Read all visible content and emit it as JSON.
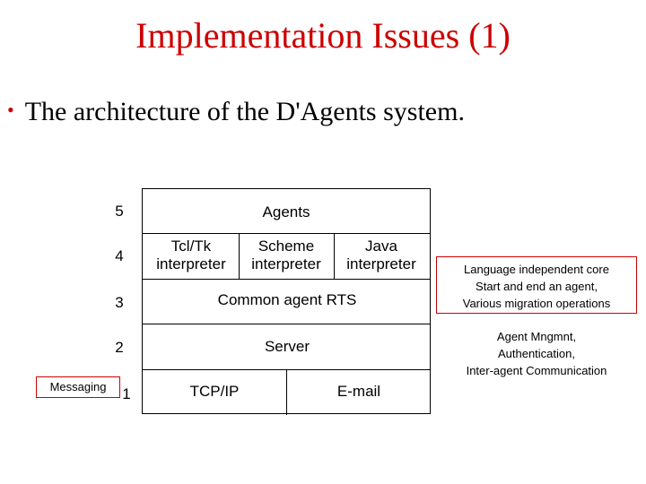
{
  "slide": {
    "title": "Implementation Issues (1)",
    "bullet": "The architecture of the D'Agents system."
  },
  "diagram": {
    "layers": [
      {
        "number": "5",
        "cells": [
          "Agents"
        ]
      },
      {
        "number": "4",
        "cells": [
          "Tcl/Tk interpreter",
          "Scheme interpreter",
          "Java interpreter"
        ]
      },
      {
        "number": "3",
        "cells": [
          "Common agent RTS"
        ]
      },
      {
        "number": "2",
        "cells": [
          "Server"
        ]
      },
      {
        "number": "1",
        "cells": [
          "TCP/IP",
          "E-mail"
        ]
      }
    ],
    "messaging_label": "Messaging",
    "core_box_lines": [
      "Language independent core",
      "Start and end an agent,",
      "Various migration operations"
    ],
    "server_note_lines": [
      "Agent Mngmnt,",
      "Authentication,",
      "Inter-agent Communication"
    ]
  }
}
